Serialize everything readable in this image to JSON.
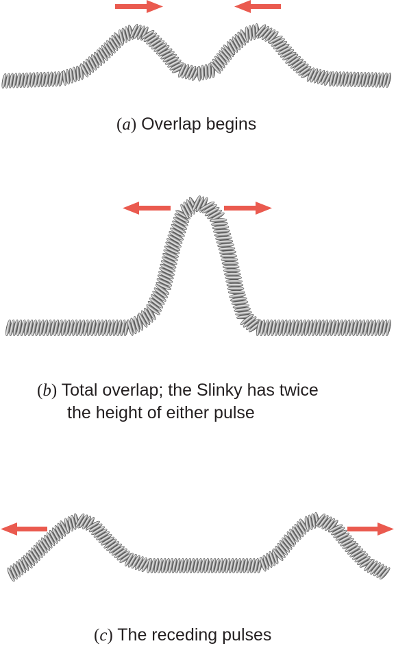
{
  "panels": [
    {
      "id": "a",
      "caption_tag": "a",
      "caption_text": "Overlap begins",
      "arrows": [
        "right",
        "left"
      ]
    },
    {
      "id": "b",
      "caption_tag": "b",
      "caption_text_line1": "Total overlap; the Slinky has twice",
      "caption_text_line2": "the height of either pulse",
      "arrows": [
        "left",
        "right"
      ]
    },
    {
      "id": "c",
      "caption_tag": "c",
      "caption_text": "The receding pulses",
      "arrows": [
        "left",
        "right"
      ]
    }
  ],
  "colors": {
    "arrow": "#ea5a4f",
    "coil_light": "#e9e9e9",
    "coil_mid": "#a4a4a4",
    "coil_dark": "#555555",
    "text": "#231f20"
  },
  "icons": [
    "arrow-right-icon",
    "arrow-left-icon",
    "slinky-spring"
  ]
}
